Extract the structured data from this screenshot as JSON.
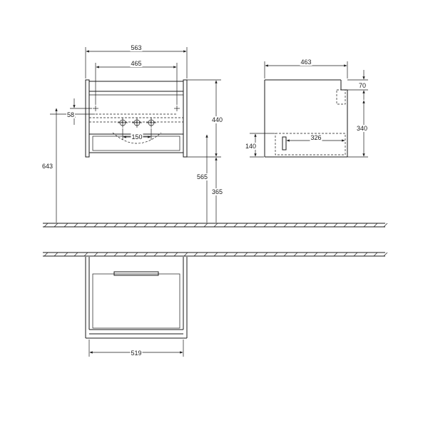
{
  "dimensions": {
    "front_overall_width": "563",
    "front_inner_width": "465",
    "front_tap_offset": "58",
    "front_tap_spacing": "150",
    "front_height": "440",
    "front_total_height": "643",
    "front_mid_height": "565",
    "front_floor_height": "365",
    "side_depth": "463",
    "side_top_gap": "70",
    "side_siphon_height": "340",
    "side_bottom_height": "140",
    "side_drawer_depth": "326",
    "plan_width": "519"
  },
  "colors": {
    "line": "#1a1a1a",
    "background": "#ffffff"
  }
}
